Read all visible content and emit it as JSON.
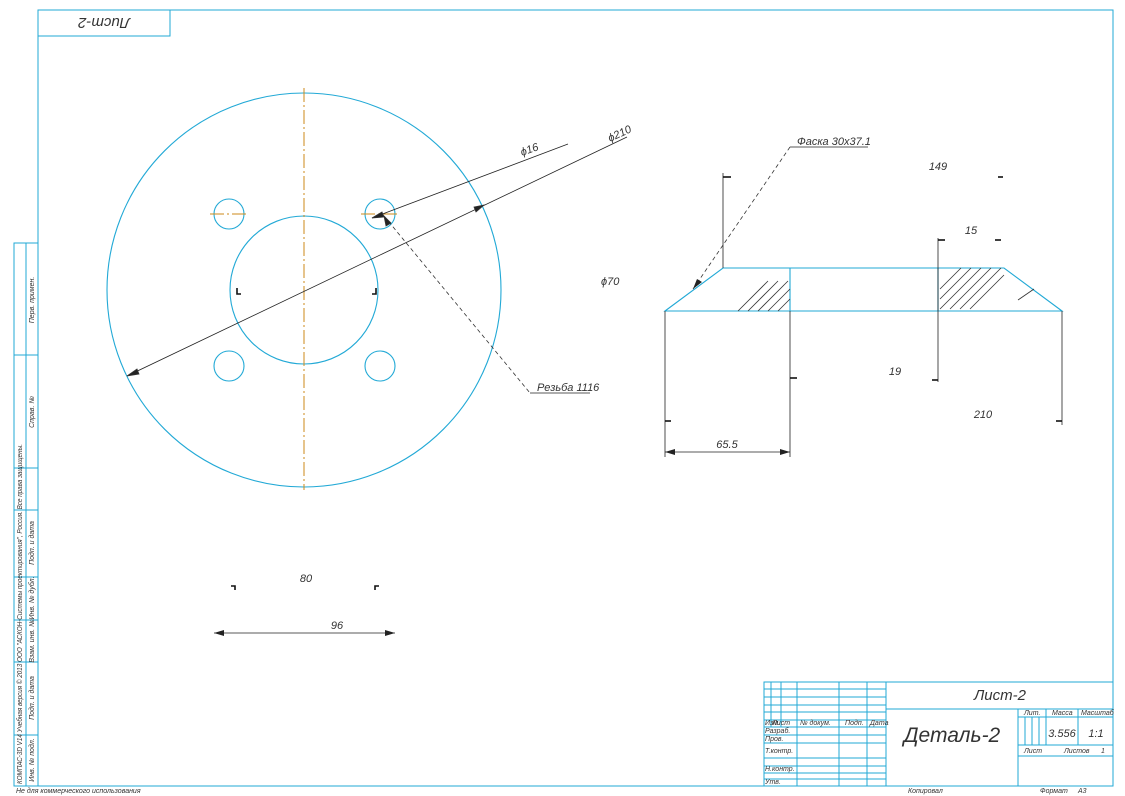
{
  "sheet": {
    "corner_label": "Лист-2"
  },
  "front_view": {
    "dim_d16": "ϕ16",
    "dim_d210": "ϕ210",
    "dim_d70": "ϕ70",
    "dim_80": "80",
    "dim_96": "96",
    "thread_note": "Резьба 1116"
  },
  "section_view": {
    "chamfer_note": "Фаска 30х37.1",
    "dim_149": "149",
    "dim_15": "15",
    "dim_19": "19",
    "dim_210": "210",
    "dim_65_5": "65.5"
  },
  "side_strip": {
    "perv_primen": "Перв. примен.",
    "sprav_no": "Справ. №",
    "podp_data_1": "Подп. и дата",
    "inv_dubl": "Инв. № дубл.",
    "vzam_inv": "Взам. инв. №",
    "podp_data_2": "Подп. и дата",
    "inv_podl": "Инв. № подл.",
    "license_text": "КОМПАС-3D V14 Учебная версия © 2013 ООО \"АСКОН-Системы проектирования\", Россия. Все права защищены."
  },
  "title_block": {
    "doc_code": "Лист-2",
    "part_name": "Деталь-2",
    "col_izm": "Изм.",
    "col_list": "Лист",
    "col_doc_no": "№ докум.",
    "col_podp": "Подп.",
    "col_data": "Дата",
    "row_razrab": "Разраб.",
    "row_prov": "Пров.",
    "row_tkontr": "Т.контр.",
    "row_nkontr": "Н.контр.",
    "row_utv": "Утв.",
    "lit_label": "Лит.",
    "mass_label": "Масса",
    "scale_label": "Масштаб",
    "mass_value": "3.556",
    "scale_value": "1:1",
    "sheet_label": "Лист",
    "sheets_label": "Листов",
    "sheets_value": "1"
  },
  "footer": {
    "not_commercial": "Не для коммерческого использования",
    "kopiroval": "Копировал",
    "format_label": "Формат",
    "format_value": "A3"
  }
}
